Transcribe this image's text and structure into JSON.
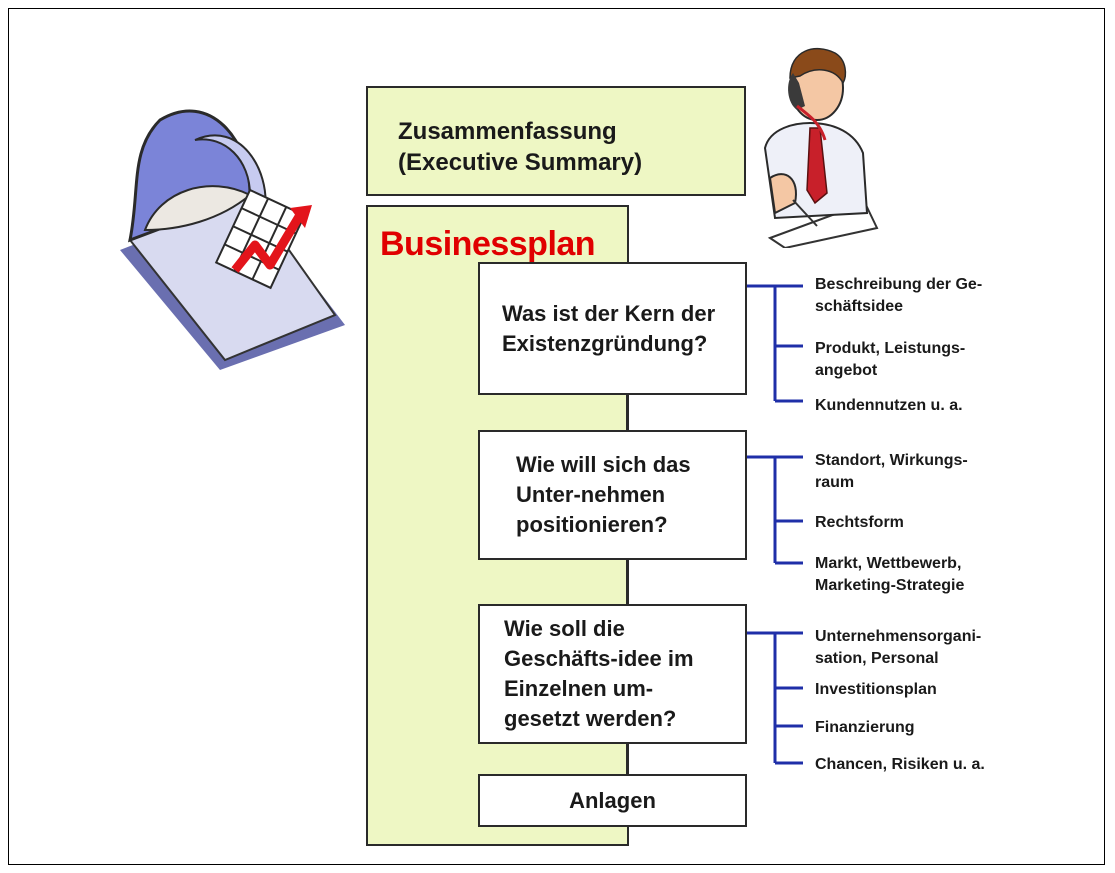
{
  "summary": {
    "title": "Zusammenfassung\n(Executive Summary)"
  },
  "plan": {
    "title": "Businessplan"
  },
  "questions": [
    {
      "text": "Was ist der Kern der\nExistenzgründung?",
      "items": [
        "Beschreibung der Ge-\nschäftsidee",
        "Produkt, Leistungs-\nangebot",
        "Kundennutzen u. a."
      ]
    },
    {
      "text": "Wie will sich das\nUnter-nehmen\npositionieren?",
      "items": [
        "Standort, Wirkungs-\nraum",
        "Rechtsform",
        "Markt, Wettbewerb,\nMarketing-Strategie"
      ]
    },
    {
      "text": "Wie soll die\nGeschäfts-idee im\nEinzelnen um-\ngesetzt werden?",
      "items": [
        "Unternehmensorgani-\nsation, Personal",
        "Investitionsplan",
        "Finanzierung",
        "Chancen, Risiken u. a."
      ]
    }
  ],
  "appendix": {
    "label": "Anlagen"
  },
  "colors": {
    "connector": "#1f2fa8",
    "title_red": "#e00000",
    "box_fill": "#eef7c4"
  },
  "icons": {
    "left": "newspaper-chart-clipart-icon",
    "right": "businessman-phone-clipart-icon"
  }
}
